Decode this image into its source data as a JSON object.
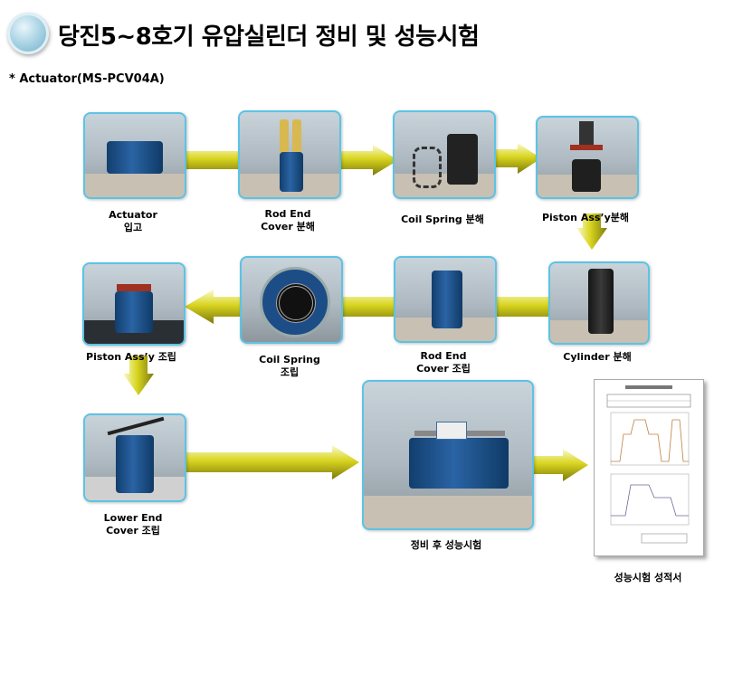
{
  "title": "당진5~8호기 유압실린더 정비 및 성능시험",
  "subtitle": "* Actuator(MS-PCV04A)",
  "steps": {
    "s1": {
      "line1": "Actuator",
      "line2": "입고"
    },
    "s2": {
      "line1": "Rod End",
      "line2": "Cover 분해"
    },
    "s3": {
      "line1": "Coil  Spring 분해"
    },
    "s4": {
      "line1": "Piston Ass’y분해"
    },
    "s5": {
      "line1": "Cylinder 분해"
    },
    "s6": {
      "line1": "Rod End",
      "line2": "Cover 조립"
    },
    "s7": {
      "line1": "Coil Spring",
      "line2": "조립"
    },
    "s8": {
      "line1": "Piston Ass’y 조립"
    },
    "s9": {
      "line1": "Lower End",
      "line2": "Cover 조립"
    },
    "s10": {
      "line1": "정비 후 성능시험"
    },
    "s11": {
      "line1": "성능시험 성적서"
    }
  },
  "colors": {
    "photo_border": "#5cc3e6",
    "arrow_fill": "#d4d020",
    "arrow_dark": "#8a8a10"
  },
  "icons": {
    "title_bullet": "orb-icon"
  }
}
